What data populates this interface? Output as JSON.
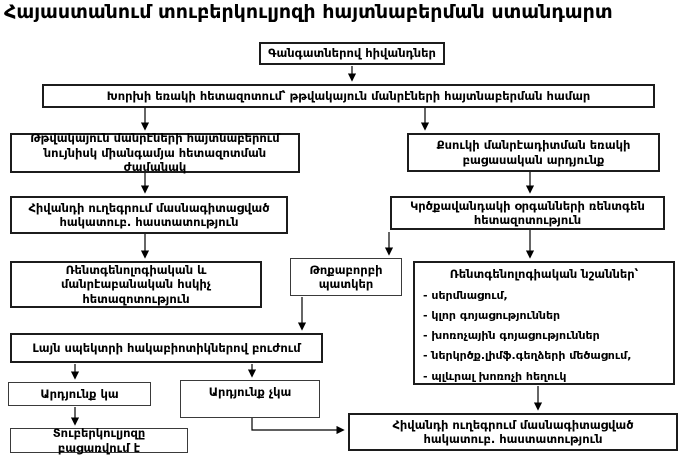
{
  "title": "Հայաստանում տուբերկուլյոզի հայտնաբերման ստանդարտ",
  "colors": {
    "background": "#ffffff",
    "border": "#1c1c1c",
    "text": "#000000"
  },
  "nodes": {
    "patients": {
      "label": "Գանգատներով հիվանդներ"
    },
    "sputum_exam": {
      "label": "Խորխի եռակի հետազոտում՝ թթվակայուն մանրէների հայտնաբերման համար"
    },
    "afb_found": {
      "label": "Թթվակայուն մանրէների հայտնաբերում նույնիսկ միանգամյա հետազոտման ժամանակ"
    },
    "smear_negative": {
      "label": "Քսուկի մանրէադիտման եռակի բացասական արդյունք"
    },
    "referral_1": {
      "label": "Հիվանդի ուղեգրում մասնագիտացված հակատուբ. հաստատություն"
    },
    "chest_xray": {
      "label": "Կրծքավանդակի օրգանների ռենտգեն հետազոտություն"
    },
    "control_exam": {
      "label": "Ռենտգենոլոգիական և մանրէաբանական հսկիչ հետազոտություն"
    },
    "pneumonia": {
      "label": "Թոքաբորբի պատկեր"
    },
    "xray_signs": {
      "title": "Ռենտգենոլոգիական նշաններ՝",
      "items": [
        "- սերմնացում,",
        "- կլոր գոյացություններ",
        "- խոռոչային գոյացություններ",
        "- ներկրծք.լիմֆ.գեղձերի մեծացում,",
        "- պլևրալ խոռոչի հեղուկ"
      ]
    },
    "antibiotics": {
      "label": "Լայն սպեկտրի հակաբիոտիկներով բուժում"
    },
    "result_yes": {
      "label": "Արդյունք կա"
    },
    "result_no": {
      "label": "Արդյունք չկա"
    },
    "tb_excluded": {
      "label": "Տուբերկուլյոզը բացառվում է"
    },
    "referral_2": {
      "label": "Հիվանդի ուղեգրում մասնագիտացված հակատուբ. հաստատություն"
    }
  }
}
